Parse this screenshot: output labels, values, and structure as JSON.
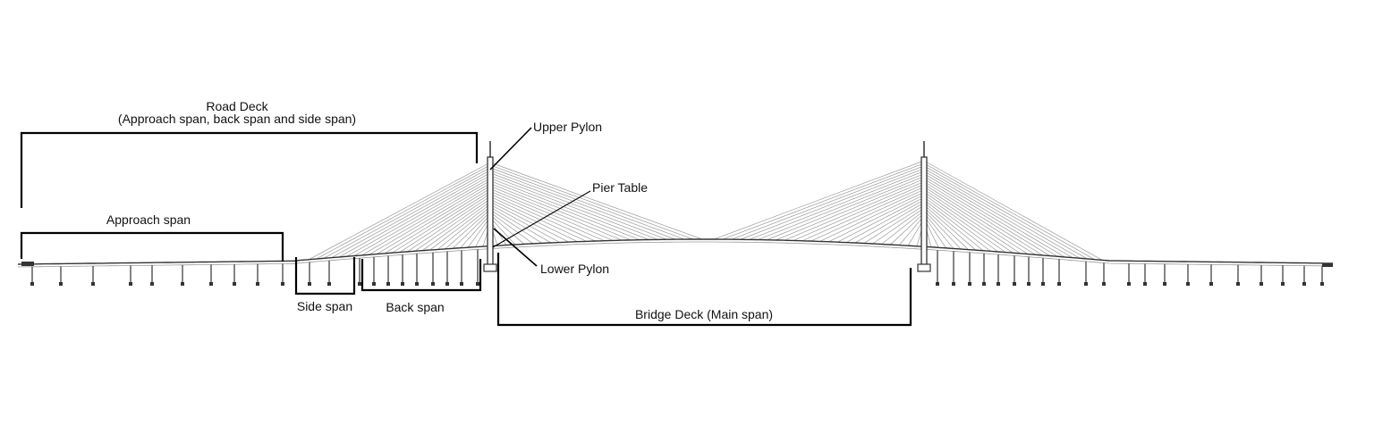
{
  "labels": {
    "road_deck_title": "Road Deck",
    "road_deck_sub": "(Approach span, back span and side span)",
    "approach_span": "Approach span",
    "upper_pylon": "Upper Pylon",
    "pier_table": "Pier Table",
    "lower_pylon": "Lower Pylon",
    "side_span": "Side span",
    "back_span": "Back span",
    "bridge_deck": "Bridge Deck (Main span)"
  },
  "colors": {
    "bracket": "#000000",
    "structure": "#333333",
    "cable": "#9a9a9a"
  }
}
